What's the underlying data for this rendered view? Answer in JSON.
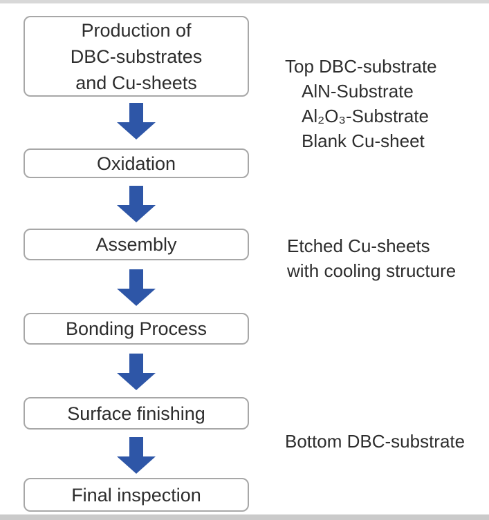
{
  "colors": {
    "arrow": "#2e56a7",
    "box_border": "#a7a7a7",
    "text": "#2d2d2d"
  },
  "flowchart": {
    "steps": [
      {
        "label": "Production of\nDBC-substrates\nand Cu-sheets"
      },
      {
        "label": "Oxidation"
      },
      {
        "label": "Assembly"
      },
      {
        "label": "Bonding Process"
      },
      {
        "label": "Surface finishing"
      },
      {
        "label": "Final inspection"
      }
    ]
  },
  "annotations": {
    "materials_input": {
      "lines": [
        "Top DBC-substrate",
        "AlN-Substrate",
        "Al₂O₃-Substrate",
        "Blank Cu-sheet"
      ]
    },
    "assembly_note": {
      "lines": [
        "Etched Cu-sheets",
        "with cooling structure"
      ]
    },
    "finishing_note": {
      "lines": [
        "Bottom DBC-substrate"
      ]
    }
  }
}
